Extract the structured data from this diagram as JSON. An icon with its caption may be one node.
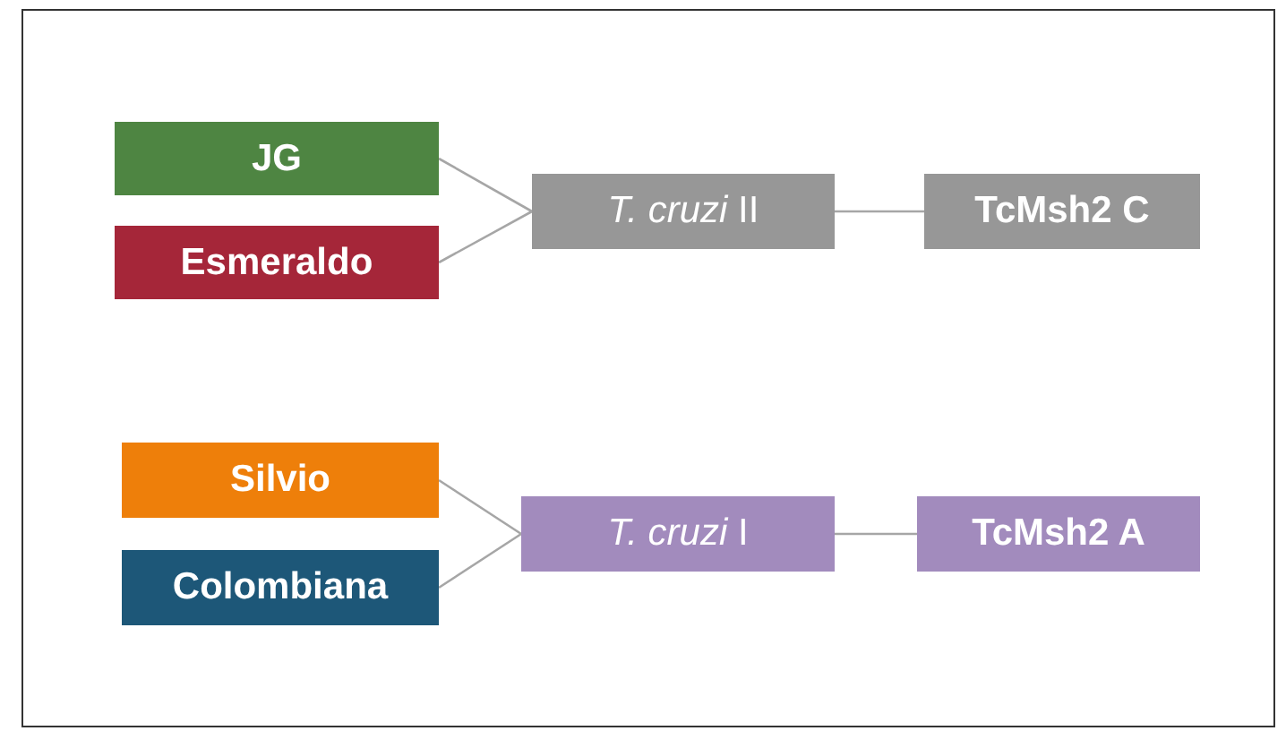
{
  "diagram": {
    "nodes": [
      {
        "text": [
          "JG"
        ]
      },
      {
        "text": [
          "Esmeraldo"
        ]
      },
      {
        "text": [
          "*T. cruzi* II"
        ]
      },
      {
        "text": [
          "TcMsh2 C"
        ]
      },
      {
        "text": [
          "Silvio"
        ]
      },
      {
        "text": [
          "Colombiana"
        ]
      },
      {
        "text": [
          "*T. cruzi* I"
        ]
      },
      {
        "text": [
          "TcMsh2 A"
        ]
      }
    ],
    "edges": [
      {
        "from": 0,
        "to": 2,
        "arrow": "none"
      },
      {
        "from": 1,
        "to": 2,
        "arrow": "none"
      },
      {
        "from": 2,
        "to": 3,
        "arrow": "none"
      },
      {
        "from": 4,
        "to": 6,
        "arrow": "none"
      },
      {
        "from": 5,
        "to": 6,
        "arrow": "none"
      },
      {
        "from": 6,
        "to": 7,
        "arrow": "none"
      }
    ]
  }
}
